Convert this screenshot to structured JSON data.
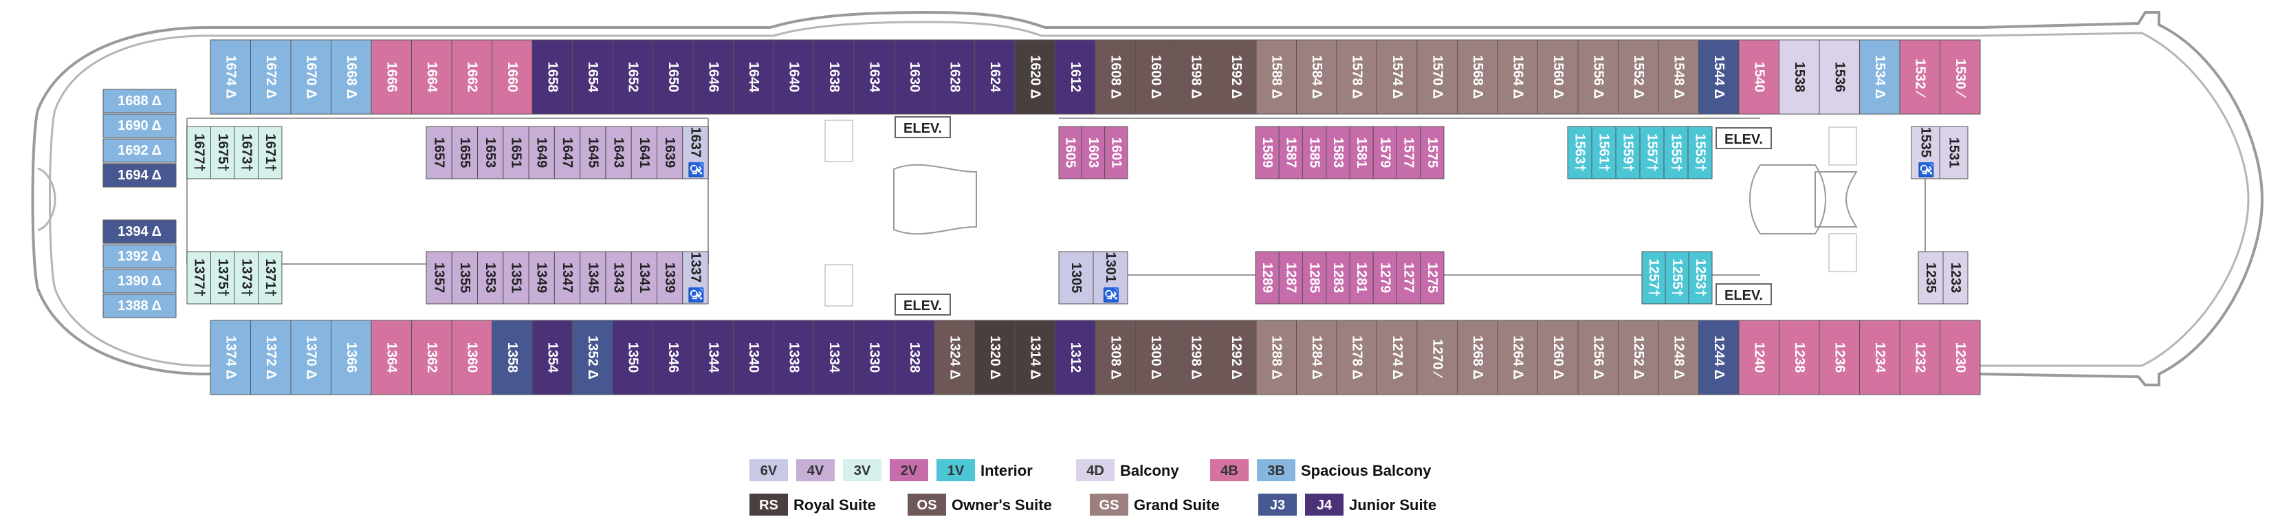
{
  "deck_plan": {
    "colors": {
      "6V": "#c9c9e6",
      "4V": "#c7aed6",
      "3V": "#d6f0ec",
      "2V": "#c76cab",
      "1V": "#4cc5d4",
      "4D": "#d9d2e8",
      "4B": "#d4739f",
      "3B": "#86b6e0",
      "RS": "#4a3f3f",
      "OS": "#6e5757",
      "GS": "#9c8080",
      "J3": "#475891",
      "J4": "#4a3178"
    },
    "elevators": [
      {
        "id": "elev-1",
        "label": "ELEV."
      },
      {
        "id": "elev-2",
        "label": "ELEV."
      },
      {
        "id": "elev-3",
        "label": "ELEV."
      },
      {
        "id": "elev-4",
        "label": "ELEV."
      }
    ],
    "cabins_top_outer": [
      {
        "n": "1674 Δ",
        "c": "3B"
      },
      {
        "n": "1672 Δ",
        "c": "3B"
      },
      {
        "n": "1670 Δ",
        "c": "3B"
      },
      {
        "n": "1668 Δ",
        "c": "3B"
      },
      {
        "n": "1666",
        "c": "4B"
      },
      {
        "n": "1664",
        "c": "4B"
      },
      {
        "n": "1662",
        "c": "4B"
      },
      {
        "n": "1660",
        "c": "4B"
      },
      {
        "n": "1658",
        "c": "J4"
      },
      {
        "n": "1654",
        "c": "J4"
      },
      {
        "n": "1652",
        "c": "J4"
      },
      {
        "n": "1650",
        "c": "J4"
      },
      {
        "n": "1646",
        "c": "J4"
      },
      {
        "n": "1644",
        "c": "J4"
      },
      {
        "n": "1640",
        "c": "J4"
      },
      {
        "n": "1638",
        "c": "J4"
      },
      {
        "n": "1634",
        "c": "J4"
      },
      {
        "n": "1630",
        "c": "J4"
      },
      {
        "n": "1628",
        "c": "J4"
      },
      {
        "n": "1624",
        "c": "J4"
      },
      {
        "n": "1620 Δ",
        "c": "RS"
      },
      {
        "n": "1612",
        "c": "J4"
      },
      {
        "n": "1608 Δ",
        "c": "OS"
      },
      {
        "n": "1600 Δ",
        "c": "OS"
      },
      {
        "n": "1598 Δ",
        "c": "OS"
      },
      {
        "n": "1592 Δ",
        "c": "OS"
      },
      {
        "n": "1588 Δ",
        "c": "GS"
      },
      {
        "n": "1584 Δ",
        "c": "GS"
      },
      {
        "n": "1578 Δ",
        "c": "GS"
      },
      {
        "n": "1574 Δ",
        "c": "GS"
      },
      {
        "n": "1570 Δ",
        "c": "GS"
      },
      {
        "n": "1568 Δ",
        "c": "GS"
      },
      {
        "n": "1564 Δ",
        "c": "GS"
      },
      {
        "n": "1560 Δ",
        "c": "GS"
      },
      {
        "n": "1556 Δ",
        "c": "GS"
      },
      {
        "n": "1552 Δ",
        "c": "GS"
      },
      {
        "n": "1548 Δ",
        "c": "GS"
      },
      {
        "n": "1544 Δ",
        "c": "J3"
      },
      {
        "n": "1540",
        "c": "4B"
      },
      {
        "n": "1538",
        "c": "4D"
      },
      {
        "n": "1536",
        "c": "4D"
      },
      {
        "n": "1534 Δ",
        "c": "3B"
      },
      {
        "n": "1532 ⁄",
        "c": "4B"
      },
      {
        "n": "1530 ⁄",
        "c": "4B"
      }
    ],
    "cabins_bottom_outer": [
      {
        "n": "1374 Δ",
        "c": "3B"
      },
      {
        "n": "1372 Δ",
        "c": "3B"
      },
      {
        "n": "1370 Δ",
        "c": "3B"
      },
      {
        "n": "1366",
        "c": "3B"
      },
      {
        "n": "1364",
        "c": "4B"
      },
      {
        "n": "1362",
        "c": "4B"
      },
      {
        "n": "1360",
        "c": "4B"
      },
      {
        "n": "1358",
        "c": "J3"
      },
      {
        "n": "1354",
        "c": "J4"
      },
      {
        "n": "1352 Δ",
        "c": "J3"
      },
      {
        "n": "1350",
        "c": "J4"
      },
      {
        "n": "1346",
        "c": "J4"
      },
      {
        "n": "1344",
        "c": "J4"
      },
      {
        "n": "1340",
        "c": "J4"
      },
      {
        "n": "1338",
        "c": "J4"
      },
      {
        "n": "1334",
        "c": "J4"
      },
      {
        "n": "1330",
        "c": "J4"
      },
      {
        "n": "1328",
        "c": "J4"
      },
      {
        "n": "1324 Δ",
        "c": "OS"
      },
      {
        "n": "1320 Δ",
        "c": "RS"
      },
      {
        "n": "1314 Δ",
        "c": "RS"
      },
      {
        "n": "1312",
        "c": "J4"
      },
      {
        "n": "1308 Δ",
        "c": "OS"
      },
      {
        "n": "1300 Δ",
        "c": "OS"
      },
      {
        "n": "1298 Δ",
        "c": "OS"
      },
      {
        "n": "1292 Δ",
        "c": "OS"
      },
      {
        "n": "1288 Δ",
        "c": "GS"
      },
      {
        "n": "1284 Δ",
        "c": "GS"
      },
      {
        "n": "1278 Δ",
        "c": "GS"
      },
      {
        "n": "1274 Δ",
        "c": "GS"
      },
      {
        "n": "1270 ⁄",
        "c": "GS"
      },
      {
        "n": "1268 Δ",
        "c": "GS"
      },
      {
        "n": "1264 Δ",
        "c": "GS"
      },
      {
        "n": "1260 Δ",
        "c": "GS"
      },
      {
        "n": "1256 Δ",
        "c": "GS"
      },
      {
        "n": "1252 Δ",
        "c": "GS"
      },
      {
        "n": "1248 Δ",
        "c": "GS"
      },
      {
        "n": "1244 Δ",
        "c": "J3"
      },
      {
        "n": "1240",
        "c": "4B"
      },
      {
        "n": "1238",
        "c": "4B"
      },
      {
        "n": "1236",
        "c": "4B"
      },
      {
        "n": "1234",
        "c": "4B"
      },
      {
        "n": "1232",
        "c": "4B"
      },
      {
        "n": "1230",
        "c": "4B"
      }
    ],
    "cabins_forward_top": [
      {
        "n": "1688 Δ",
        "c": "3B"
      },
      {
        "n": "1690 Δ",
        "c": "3B"
      },
      {
        "n": "1692 Δ",
        "c": "3B"
      },
      {
        "n": "1694 Δ",
        "c": "J3"
      }
    ],
    "cabins_forward_bottom": [
      {
        "n": "1394 Δ",
        "c": "J3"
      },
      {
        "n": "1392 Δ",
        "c": "3B"
      },
      {
        "n": "1390 Δ",
        "c": "3B"
      },
      {
        "n": "1388 Δ",
        "c": "3B"
      }
    ],
    "cabins_inner_top_left": [
      {
        "n": "1677†",
        "c": "3V"
      },
      {
        "n": "1675†",
        "c": "3V"
      },
      {
        "n": "1673†",
        "c": "3V"
      },
      {
        "n": "1671†",
        "c": "3V"
      }
    ],
    "cabins_inner_bottom_left": [
      {
        "n": "1377†",
        "c": "3V"
      },
      {
        "n": "1375†",
        "c": "3V"
      },
      {
        "n": "1373†",
        "c": "3V"
      },
      {
        "n": "1371†",
        "c": "3V"
      }
    ],
    "cabins_inner_top_mid": [
      {
        "n": "1657",
        "c": "4V"
      },
      {
        "n": "1655",
        "c": "4V"
      },
      {
        "n": "1653",
        "c": "4V"
      },
      {
        "n": "1651",
        "c": "4V"
      },
      {
        "n": "1649",
        "c": "4V"
      },
      {
        "n": "1647",
        "c": "4V"
      },
      {
        "n": "1645",
        "c": "4V"
      },
      {
        "n": "1643",
        "c": "4V"
      },
      {
        "n": "1641",
        "c": "4V"
      },
      {
        "n": "1639",
        "c": "4V"
      },
      {
        "n": "1637 ♿",
        "c": "6V"
      }
    ],
    "cabins_inner_bottom_mid": [
      {
        "n": "1357",
        "c": "4V"
      },
      {
        "n": "1355",
        "c": "4V"
      },
      {
        "n": "1353",
        "c": "4V"
      },
      {
        "n": "1351",
        "c": "4V"
      },
      {
        "n": "1349",
        "c": "4V"
      },
      {
        "n": "1347",
        "c": "4V"
      },
      {
        "n": "1345",
        "c": "4V"
      },
      {
        "n": "1343",
        "c": "4V"
      },
      {
        "n": "1341",
        "c": "4V"
      },
      {
        "n": "1339",
        "c": "4V"
      },
      {
        "n": "1337 ♿",
        "c": "6V"
      }
    ],
    "cabins_inner_top_center": [
      {
        "n": "1605",
        "c": "2V"
      },
      {
        "n": "1603",
        "c": "2V"
      },
      {
        "n": "1601",
        "c": "2V"
      }
    ],
    "cabins_inner_bottom_center": [
      {
        "n": "1305",
        "c": "6V"
      },
      {
        "n": "1301 ♿",
        "c": "6V"
      }
    ],
    "cabins_inner_top_right": [
      {
        "n": "1589",
        "c": "2V"
      },
      {
        "n": "1587",
        "c": "2V"
      },
      {
        "n": "1585",
        "c": "2V"
      },
      {
        "n": "1583",
        "c": "2V"
      },
      {
        "n": "1581",
        "c": "2V"
      },
      {
        "n": "1579",
        "c": "2V"
      },
      {
        "n": "1577",
        "c": "2V"
      },
      {
        "n": "1575",
        "c": "2V"
      }
    ],
    "cabins_inner_bottom_right": [
      {
        "n": "1289",
        "c": "2V"
      },
      {
        "n": "1287",
        "c": "2V"
      },
      {
        "n": "1285",
        "c": "2V"
      },
      {
        "n": "1283",
        "c": "2V"
      },
      {
        "n": "1281",
        "c": "2V"
      },
      {
        "n": "1279",
        "c": "2V"
      },
      {
        "n": "1277",
        "c": "2V"
      },
      {
        "n": "1275",
        "c": "2V"
      }
    ],
    "cabins_inner_top_aft": [
      {
        "n": "1563†",
        "c": "1V"
      },
      {
        "n": "1561†",
        "c": "1V"
      },
      {
        "n": "1559†",
        "c": "1V"
      },
      {
        "n": "1557†",
        "c": "1V"
      },
      {
        "n": "1555†",
        "c": "1V"
      },
      {
        "n": "1553†",
        "c": "1V"
      }
    ],
    "cabins_inner_bottom_aft": [
      {
        "n": "1257†",
        "c": "1V"
      },
      {
        "n": "1255†",
        "c": "1V"
      },
      {
        "n": "1253†",
        "c": "1V"
      }
    ],
    "cabins_inner_top_stern": [
      {
        "n": "1535 ♿",
        "c": "4D"
      },
      {
        "n": "1531",
        "c": "4D"
      }
    ],
    "cabins_inner_bottom_stern": [
      {
        "n": "1235",
        "c": "4D"
      },
      {
        "n": "1233",
        "c": "4D"
      }
    ]
  },
  "legend": {
    "row1": [
      {
        "code": "6V",
        "color": "#c9c9e6",
        "text_color": "#333"
      },
      {
        "code": "4V",
        "color": "#c7aed6",
        "text_color": "#333"
      },
      {
        "code": "3V",
        "color": "#d6f0ec",
        "text_color": "#333"
      },
      {
        "code": "2V",
        "color": "#c76cab",
        "text_color": "#333"
      },
      {
        "code": "1V",
        "color": "#4cc5d4",
        "text_color": "#333"
      }
    ],
    "interior_label": "Interior",
    "balcony_code": {
      "code": "4D",
      "color": "#d9d2e8",
      "text_color": "#333"
    },
    "balcony_label": "Balcony",
    "spacious_codes": [
      {
        "code": "4B",
        "color": "#d4739f",
        "text_color": "#333"
      },
      {
        "code": "3B",
        "color": "#86b6e0",
        "text_color": "#333"
      }
    ],
    "spacious_label": "Spacious Balcony",
    "rs": {
      "code": "RS",
      "color": "#4a3f3f",
      "text_color": "#fff"
    },
    "rs_label": "Royal Suite",
    "os": {
      "code": "OS",
      "color": "#6e5757",
      "text_color": "#fff"
    },
    "os_label": "Owner's Suite",
    "gs": {
      "code": "GS",
      "color": "#9c8080",
      "text_color": "#fff"
    },
    "gs_label": "Grand Suite",
    "junior_codes": [
      {
        "code": "J3",
        "color": "#475891",
        "text_color": "#fff"
      },
      {
        "code": "J4",
        "color": "#4a3178",
        "text_color": "#fff"
      }
    ],
    "junior_label": "Junior Suite"
  }
}
